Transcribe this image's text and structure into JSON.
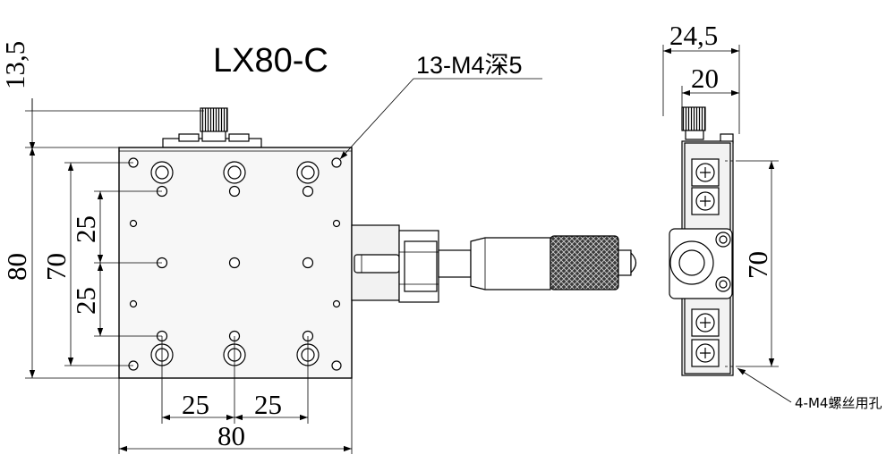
{
  "model": "LX80-C",
  "callouts": {
    "top_holes": "13-M4深5",
    "side_holes": "4-M4螺丝用孔"
  },
  "dimensions": {
    "height_offset": "13,5",
    "overall_height": "80",
    "hole_pitch_vertical": "70",
    "pitch_upper": "25",
    "pitch_lower": "25",
    "pitch_left": "25",
    "pitch_right": "25",
    "overall_width": "80",
    "side_width": "24,5",
    "side_inner_width": "20",
    "side_hole_pitch": "70"
  }
}
